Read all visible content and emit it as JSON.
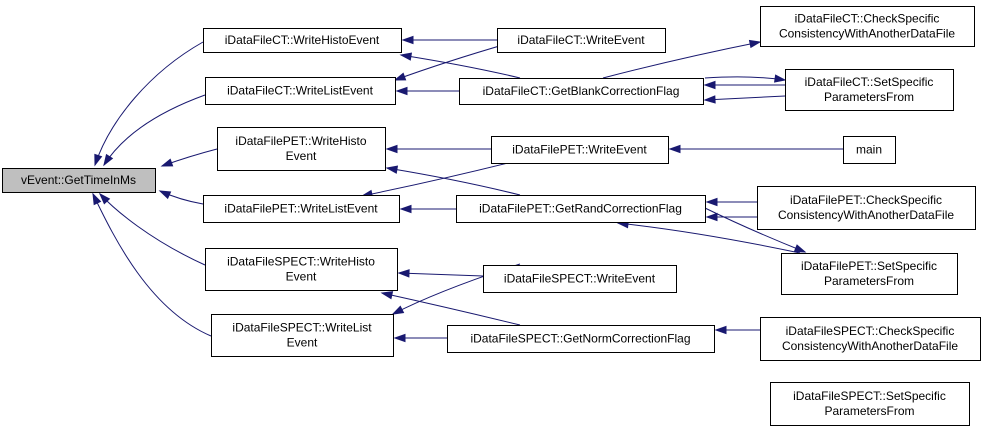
{
  "colors": {
    "edge": "#191970",
    "root_fill": "#bfbfbf",
    "node_fill": "#ffffff",
    "border": "#000000"
  },
  "nodes": {
    "root": [
      "vEvent::GetTimeInMs"
    ],
    "ct_writehisto": [
      "iDataFileCT::WriteHistoEvent"
    ],
    "ct_writelist": [
      "iDataFileCT::WriteListEvent"
    ],
    "ct_writeevent": [
      "iDataFileCT::WriteEvent"
    ],
    "ct_getblank": [
      "iDataFileCT::GetBlankCorrectionFlag"
    ],
    "ct_check": [
      "iDataFileCT::CheckSpecific",
      "ConsistencyWithAnotherDataFile"
    ],
    "ct_set": [
      "iDataFileCT::SetSpecific",
      "ParametersFrom"
    ],
    "pet_writehisto": [
      "iDataFilePET::WriteHisto",
      "Event"
    ],
    "pet_writelist": [
      "iDataFilePET::WriteListEvent"
    ],
    "pet_writeevent": [
      "iDataFilePET::WriteEvent"
    ],
    "main": [
      "main"
    ],
    "pet_getrand": [
      "iDataFilePET::GetRandCorrectionFlag"
    ],
    "pet_check": [
      "iDataFilePET::CheckSpecific",
      "ConsistencyWithAnotherDataFile"
    ],
    "pet_set": [
      "iDataFilePET::SetSpecific",
      "ParametersFrom"
    ],
    "spect_writehisto": [
      "iDataFileSPECT::WriteHisto",
      "Event"
    ],
    "spect_writelist": [
      "iDataFileSPECT::WriteList",
      "Event"
    ],
    "spect_writeevent": [
      "iDataFileSPECT::WriteEvent"
    ],
    "spect_getnorm": [
      "iDataFileSPECT::GetNormCorrectionFlag"
    ],
    "spect_check": [
      "iDataFileSPECT::CheckSpecific",
      "ConsistencyWithAnotherDataFile"
    ],
    "spect_set": [
      "iDataFileSPECT::SetSpecific",
      "ParametersFrom"
    ]
  },
  "edges": [
    {
      "from": "ct_writehisto",
      "to": "root"
    },
    {
      "from": "ct_writelist",
      "to": "root"
    },
    {
      "from": "pet_writehisto",
      "to": "root"
    },
    {
      "from": "pet_writelist",
      "to": "root"
    },
    {
      "from": "spect_writehisto",
      "to": "root"
    },
    {
      "from": "spect_writelist",
      "to": "root"
    },
    {
      "from": "ct_writeevent",
      "to": "ct_writehisto"
    },
    {
      "from": "ct_getblank",
      "to": "ct_writehisto"
    },
    {
      "from": "ct_writeevent",
      "to": "ct_writelist"
    },
    {
      "from": "ct_getblank",
      "to": "ct_writelist"
    },
    {
      "from": "ct_check",
      "to": "ct_getblank"
    },
    {
      "from": "ct_set",
      "to": "ct_getblank"
    },
    {
      "from": "ct_set",
      "to": "ct_check"
    },
    {
      "from": "pet_writeevent",
      "to": "pet_writehisto"
    },
    {
      "from": "pet_getrand",
      "to": "pet_writehisto"
    },
    {
      "from": "pet_writeevent",
      "to": "pet_writelist"
    },
    {
      "from": "pet_getrand",
      "to": "pet_writelist"
    },
    {
      "from": "main",
      "to": "pet_writeevent"
    },
    {
      "from": "pet_check",
      "to": "pet_getrand"
    },
    {
      "from": "pet_set",
      "to": "pet_getrand"
    },
    {
      "from": "pet_set",
      "to": "pet_check"
    },
    {
      "from": "spect_writeevent",
      "to": "spect_writehisto"
    },
    {
      "from": "spect_getnorm",
      "to": "spect_writehisto"
    },
    {
      "from": "spect_writeevent",
      "to": "spect_writelist"
    },
    {
      "from": "spect_getnorm",
      "to": "spect_writelist"
    },
    {
      "from": "spect_check",
      "to": "spect_getnorm"
    },
    {
      "from": "spect_set",
      "to": "spect_getnorm"
    },
    {
      "from": "spect_set",
      "to": "spect_check"
    }
  ]
}
